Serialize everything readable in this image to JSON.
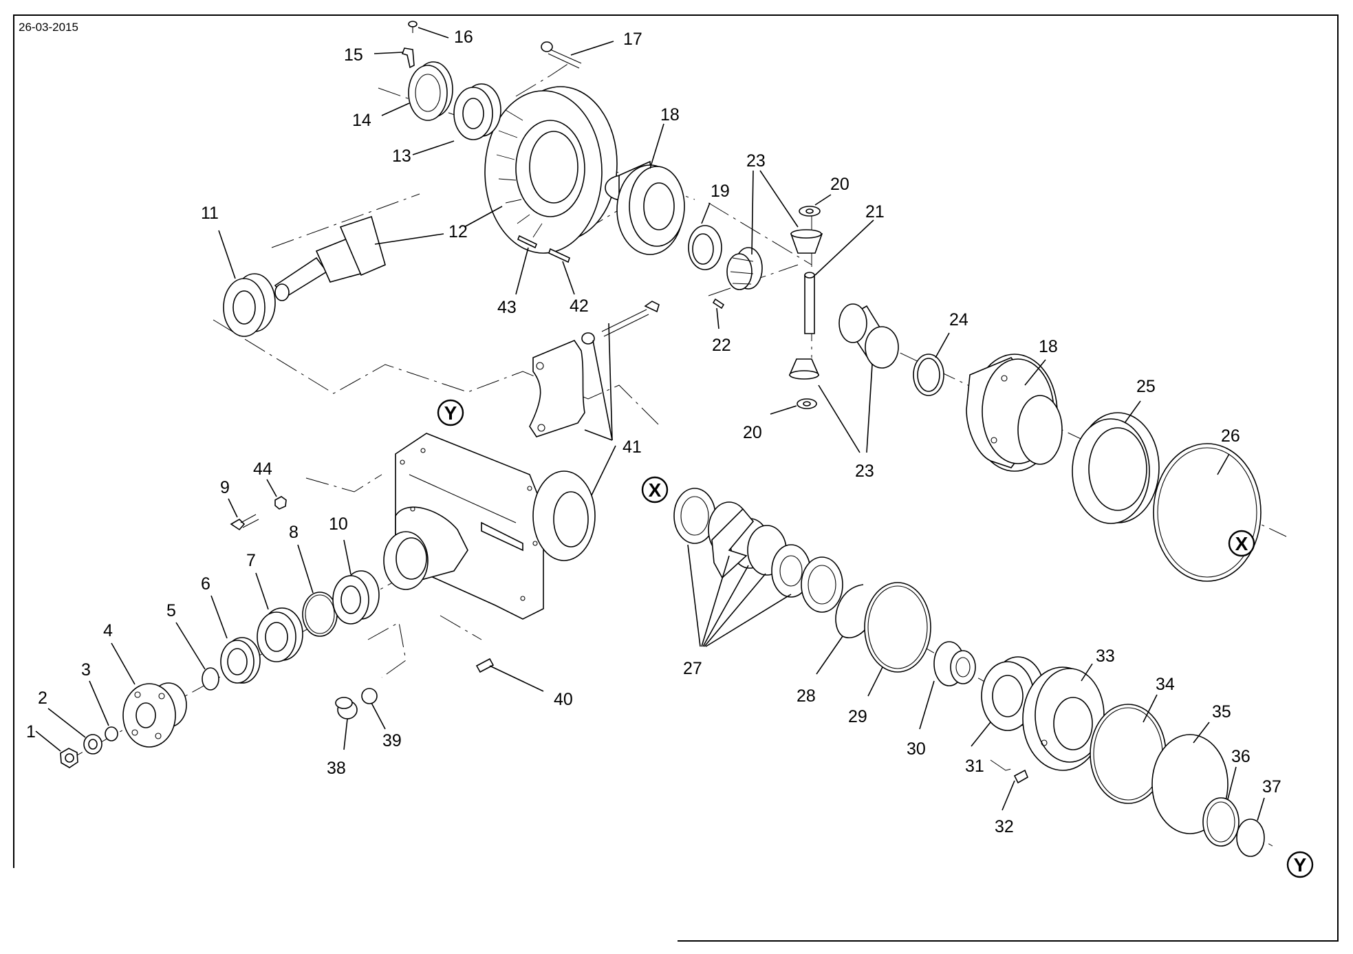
{
  "date": "26-03-2015",
  "callouts": [
    "1",
    "2",
    "3",
    "4",
    "5",
    "6",
    "7",
    "8",
    "9",
    "10",
    "11",
    "12",
    "13",
    "14",
    "15",
    "16",
    "17",
    "18",
    "19",
    "20",
    "21",
    "22",
    "23",
    "24",
    "25",
    "26",
    "27",
    "28",
    "29",
    "30",
    "31",
    "32",
    "33",
    "34",
    "35",
    "36",
    "37",
    "38",
    "39",
    "40",
    "41",
    "42",
    "43",
    "44"
  ],
  "markers": {
    "x": "X",
    "y": "Y"
  }
}
